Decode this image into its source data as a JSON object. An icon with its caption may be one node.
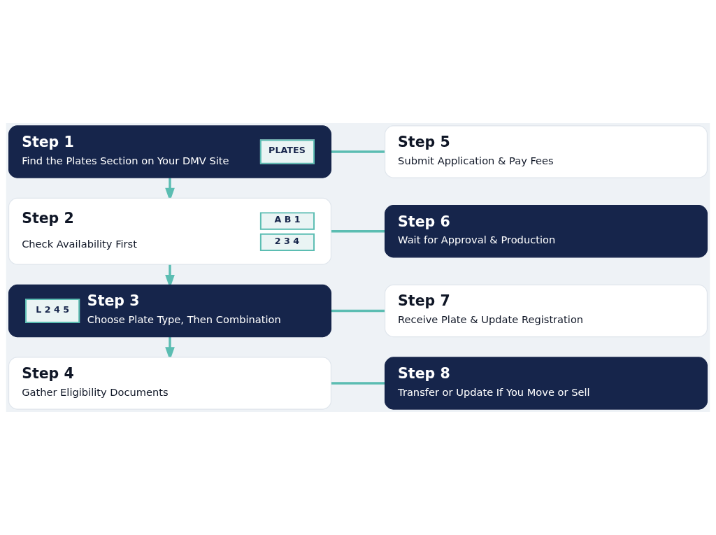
{
  "diagram": {
    "nodes": [
      {
        "text": [
          "Step 1",
          "Find the Plates Section on Your DMV Site",
          "PLATES"
        ]
      },
      {
        "text": [
          "Step 2",
          "Check Availability First",
          "A B 1",
          "2 3 4"
        ]
      },
      {
        "text": [
          "Step 3",
          "Choose Plate Type, Then Combination",
          "L 2 4 5"
        ]
      },
      {
        "text": [
          "Step 4",
          "Gather Eligibility Documents"
        ]
      },
      {
        "text": [
          "Step 5",
          "Submit Application & Pay Fees"
        ]
      },
      {
        "text": [
          "Step 6",
          "Wait for Approval & Production"
        ]
      },
      {
        "text": [
          "Step 7",
          "Receive Plate & Update Registration"
        ]
      },
      {
        "text": [
          "Step 8",
          "Transfer or Update If You Move or Sell"
        ]
      }
    ],
    "edges": [
      {
        "from": 0,
        "to": 4,
        "arrow": "none"
      },
      {
        "from": 0,
        "to": 1,
        "arrow": "to"
      },
      {
        "from": 1,
        "to": 5,
        "arrow": "none"
      },
      {
        "from": 1,
        "to": 2,
        "arrow": "to"
      },
      {
        "from": 2,
        "to": 6,
        "arrow": "none"
      },
      {
        "from": 2,
        "to": 3,
        "arrow": "to"
      },
      {
        "from": 3,
        "to": 7,
        "arrow": "none"
      }
    ]
  }
}
